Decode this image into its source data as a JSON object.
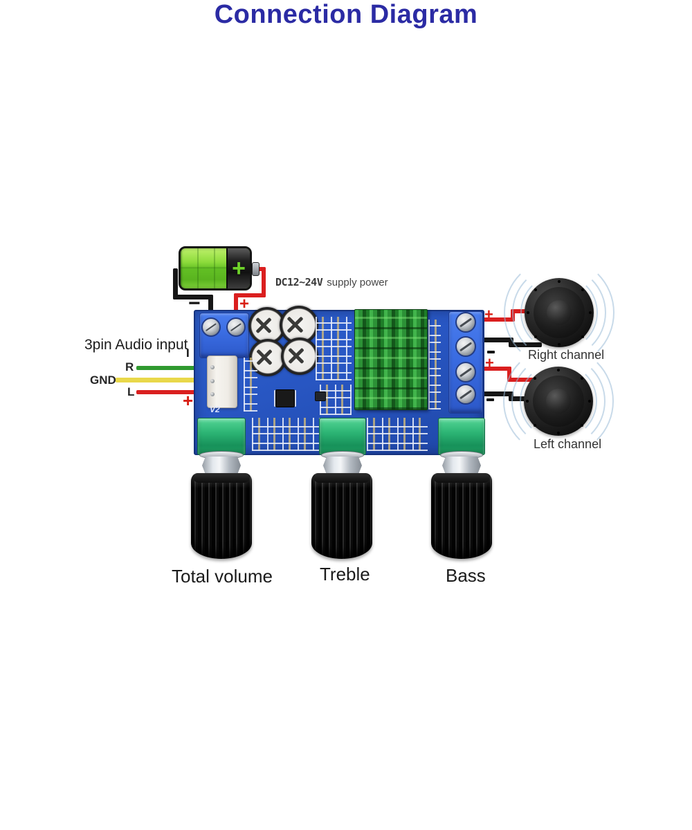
{
  "title": {
    "text": "Connection Diagram",
    "color": "#2b2ba4"
  },
  "battery": {
    "cap_plus": "+",
    "minus_label": "−",
    "plus_label": "+"
  },
  "supply_power": {
    "voltage": "DC12~24V",
    "label": "supply power"
  },
  "audio_input": {
    "label": "3pin Audio input",
    "pin_top_mark": "I",
    "pin_bottom_mark": "+",
    "pins": [
      {
        "name": "R",
        "wire_color": "#2f9a2f"
      },
      {
        "name": "GND",
        "wire_color": "#e9d84a"
      },
      {
        "name": "L",
        "wire_color": "#d23022"
      }
    ]
  },
  "board": {
    "silkscreen_version": "V2",
    "pcb_color": "#2856c2",
    "heatsink_color": "#1e7d28",
    "terminal_color": "#3a6ce2"
  },
  "channels": [
    {
      "label": "Right channel",
      "plus_mark": "+"
    },
    {
      "label": "Left channel",
      "plus_mark": "+"
    }
  ],
  "knobs": [
    {
      "label": "Total volume"
    },
    {
      "label": "Treble"
    },
    {
      "label": "Bass"
    }
  ],
  "wire_colors": {
    "positive": "#da1f1f",
    "negative": "#161616",
    "right_in": "#2f9a2f",
    "ground_in": "#e9d84a",
    "left_in": "#d23022"
  }
}
